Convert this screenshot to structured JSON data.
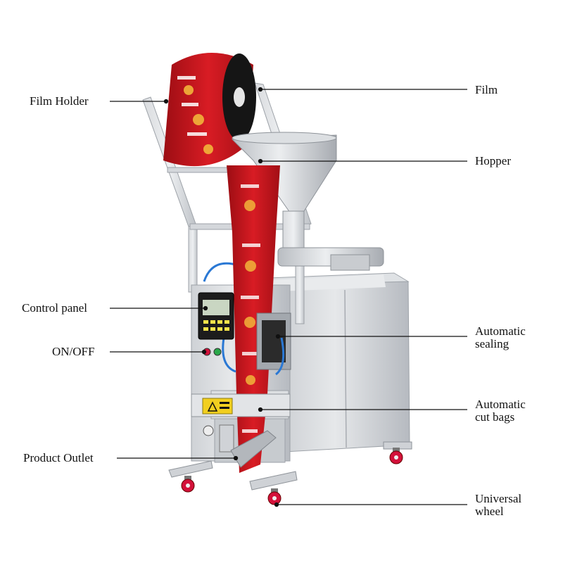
{
  "labels": {
    "film_holder": "Film Holder",
    "control_panel": "Control panel",
    "on_off": "ON/OFF",
    "product_outlet": "Product Outlet",
    "film": "Film",
    "hopper": "Hopper",
    "automatic_sealing_1": "Automatic",
    "automatic_sealing_2": "sealing",
    "automatic_cut_1": "Automatic",
    "automatic_cut_2": "cut bags",
    "universal_wheel_1": "Universal",
    "universal_wheel_2": "wheel"
  },
  "colors": {
    "steel": "#c9ccd0",
    "steel_dark": "#8e9399",
    "film_red": "#c8141b",
    "panel_black": "#1c1c1c",
    "wheel_red": "#d3113a",
    "warning_yellow": "#f2cf1f",
    "hose_blue": "#2a78d4",
    "leader_line": "#111111"
  },
  "icons": {
    "warning": "warning-triangle-icon"
  }
}
